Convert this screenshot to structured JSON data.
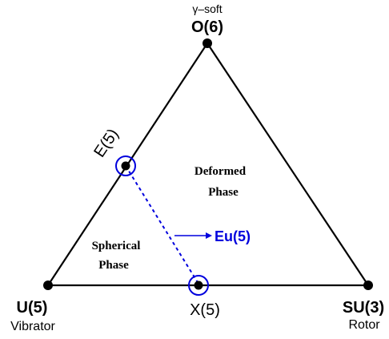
{
  "vertices": {
    "top": {
      "label": "O(6)",
      "sublabel": "γ–soft"
    },
    "left": {
      "label": "U(5)",
      "sublabel": "Vibrator"
    },
    "right": {
      "label": "SU(3)",
      "sublabel": "Rotor"
    }
  },
  "critical_points": {
    "e5": {
      "label": "E(5)"
    },
    "x5": {
      "label": "X(5)"
    }
  },
  "regions": {
    "deformed": {
      "line1": "Deformed",
      "line2": "Phase"
    },
    "spherical": {
      "line1": "Spherical",
      "line2": "Phase"
    }
  },
  "annotation": {
    "label": "Eu(5)"
  },
  "colors": {
    "line": "#000000",
    "accent": "#0000dd",
    "text": "#000000"
  }
}
